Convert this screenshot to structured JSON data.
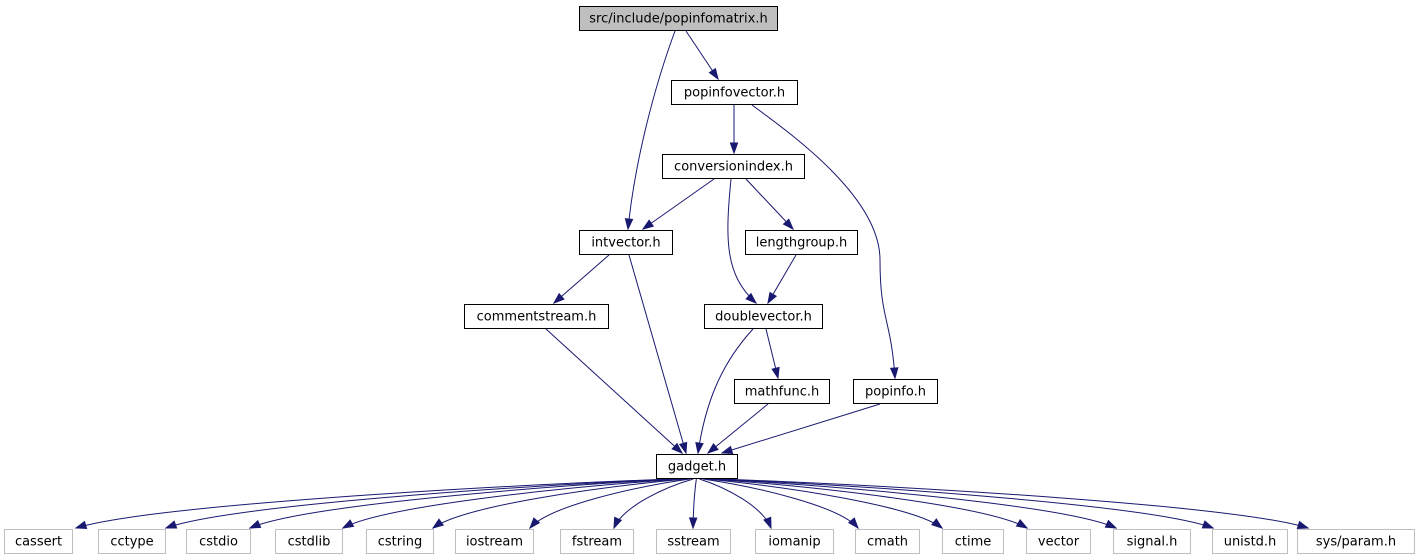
{
  "diagram": {
    "type": "include-dependency-graph",
    "colors": {
      "edge": "#191970",
      "root_fill": "#bfbfbf",
      "node_border": "#000000",
      "external_border": "#bfbfbf",
      "background": "#ffffff"
    },
    "nodes": [
      {
        "id": "popinfomatrix",
        "label": "src/include/popinfomatrix.h",
        "kind": "root"
      },
      {
        "id": "popinfovector",
        "label": "popinfovector.h",
        "kind": "file"
      },
      {
        "id": "conversionindex",
        "label": "conversionindex.h",
        "kind": "file"
      },
      {
        "id": "intvector",
        "label": "intvector.h",
        "kind": "file"
      },
      {
        "id": "lengthgroup",
        "label": "lengthgroup.h",
        "kind": "file"
      },
      {
        "id": "commentstream",
        "label": "commentstream.h",
        "kind": "file"
      },
      {
        "id": "doublevector",
        "label": "doublevector.h",
        "kind": "file"
      },
      {
        "id": "mathfunc",
        "label": "mathfunc.h",
        "kind": "file"
      },
      {
        "id": "popinfo",
        "label": "popinfo.h",
        "kind": "file"
      },
      {
        "id": "gadget",
        "label": "gadget.h",
        "kind": "file"
      },
      {
        "id": "cassert",
        "label": "cassert",
        "kind": "external"
      },
      {
        "id": "cctype",
        "label": "cctype",
        "kind": "external"
      },
      {
        "id": "cstdio",
        "label": "cstdio",
        "kind": "external"
      },
      {
        "id": "cstdlib",
        "label": "cstdlib",
        "kind": "external"
      },
      {
        "id": "cstring",
        "label": "cstring",
        "kind": "external"
      },
      {
        "id": "iostream",
        "label": "iostream",
        "kind": "external"
      },
      {
        "id": "fstream",
        "label": "fstream",
        "kind": "external"
      },
      {
        "id": "sstream",
        "label": "sstream",
        "kind": "external"
      },
      {
        "id": "iomanip",
        "label": "iomanip",
        "kind": "external"
      },
      {
        "id": "cmath",
        "label": "cmath",
        "kind": "external"
      },
      {
        "id": "ctime",
        "label": "ctime",
        "kind": "external"
      },
      {
        "id": "vector",
        "label": "vector",
        "kind": "external"
      },
      {
        "id": "signal",
        "label": "signal.h",
        "kind": "external"
      },
      {
        "id": "unistd",
        "label": "unistd.h",
        "kind": "external"
      },
      {
        "id": "sysparam",
        "label": "sys/param.h",
        "kind": "external"
      }
    ],
    "edges": [
      {
        "from": "popinfomatrix",
        "to": "popinfovector"
      },
      {
        "from": "popinfomatrix",
        "to": "intvector"
      },
      {
        "from": "popinfovector",
        "to": "conversionindex"
      },
      {
        "from": "popinfovector",
        "to": "popinfo"
      },
      {
        "from": "conversionindex",
        "to": "intvector"
      },
      {
        "from": "conversionindex",
        "to": "lengthgroup"
      },
      {
        "from": "conversionindex",
        "to": "doublevector"
      },
      {
        "from": "intvector",
        "to": "commentstream"
      },
      {
        "from": "intvector",
        "to": "gadget"
      },
      {
        "from": "lengthgroup",
        "to": "doublevector"
      },
      {
        "from": "commentstream",
        "to": "gadget"
      },
      {
        "from": "doublevector",
        "to": "mathfunc"
      },
      {
        "from": "doublevector",
        "to": "gadget"
      },
      {
        "from": "mathfunc",
        "to": "gadget"
      },
      {
        "from": "popinfo",
        "to": "gadget"
      },
      {
        "from": "gadget",
        "to": "cassert"
      },
      {
        "from": "gadget",
        "to": "cctype"
      },
      {
        "from": "gadget",
        "to": "cstdio"
      },
      {
        "from": "gadget",
        "to": "cstdlib"
      },
      {
        "from": "gadget",
        "to": "cstring"
      },
      {
        "from": "gadget",
        "to": "iostream"
      },
      {
        "from": "gadget",
        "to": "fstream"
      },
      {
        "from": "gadget",
        "to": "sstream"
      },
      {
        "from": "gadget",
        "to": "iomanip"
      },
      {
        "from": "gadget",
        "to": "cmath"
      },
      {
        "from": "gadget",
        "to": "ctime"
      },
      {
        "from": "gadget",
        "to": "vector"
      },
      {
        "from": "gadget",
        "to": "signal"
      },
      {
        "from": "gadget",
        "to": "unistd"
      },
      {
        "from": "gadget",
        "to": "sysparam"
      }
    ]
  }
}
